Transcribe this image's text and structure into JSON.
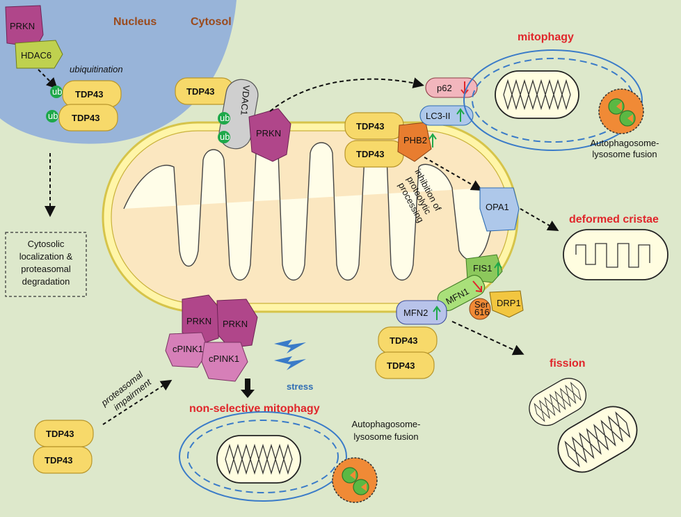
{
  "regions": {
    "nucleus": "Nucleus",
    "cytosol": "Cytosol"
  },
  "nucleus": {
    "prkn": "PRKN",
    "hdac6": "HDAC6",
    "ubiquitination": "ubiquitination",
    "tdp43_a": "TDP43",
    "tdp43_b": "TDP43",
    "ub_a": "ub",
    "ub_b": "ub"
  },
  "cytosolic_box": {
    "line1": "Cytosolic",
    "line2": "localization &",
    "line3": "proteasomal",
    "line4": "degradation"
  },
  "outer_membrane": {
    "tdp43": "TDP43",
    "vdac1": "VDAC1",
    "prkn": "PRKN",
    "ub_a": "ub",
    "ub_b": "ub"
  },
  "phb2_complex": {
    "tdp43_a": "TDP43",
    "tdp43_b": "TDP43",
    "phb2": "PHB2",
    "p62": "p62",
    "lc3": "LC3-II"
  },
  "inhibition": {
    "line1": "inhibition of",
    "line2": "proteolytic",
    "line3": "processing"
  },
  "opa1": "OPA1",
  "mitophagy": {
    "title": "mitophagy",
    "fusion1": "Autophagosome-",
    "fusion2": "lysosome fusion"
  },
  "deformed": {
    "title": "deformed cristae"
  },
  "fission_complex": {
    "fis1": "FIS1",
    "mfn1": "MFN1",
    "mfn2": "MFN2",
    "drp1": "DRP1",
    "ser1": "Ser",
    "ser2": "616",
    "tdp43_a": "TDP43",
    "tdp43_b": "TDP43"
  },
  "fission": {
    "title": "fission"
  },
  "prkn_pink": {
    "prkn_a": "PRKN",
    "prkn_b": "PRKN",
    "cpink_a": "cPINK1",
    "cpink_b": "cPINK1",
    "stress": "stress"
  },
  "proteasomal": {
    "line1": "proteasomal",
    "line2": "impairment",
    "tdp43_a": "TDP43",
    "tdp43_b": "TDP43"
  },
  "nonselective": {
    "title": "non-selective mitophagy",
    "fusion1": "Autophagosome-",
    "fusion2": "lysosome fusion"
  },
  "colors": {
    "background": "#dde8cb",
    "nucleus": "#98b4d9",
    "tdp43": "#f7d96a",
    "prkn": "#b0468a",
    "title_red": "#e0262b",
    "region_brown": "#9a4a1c"
  }
}
